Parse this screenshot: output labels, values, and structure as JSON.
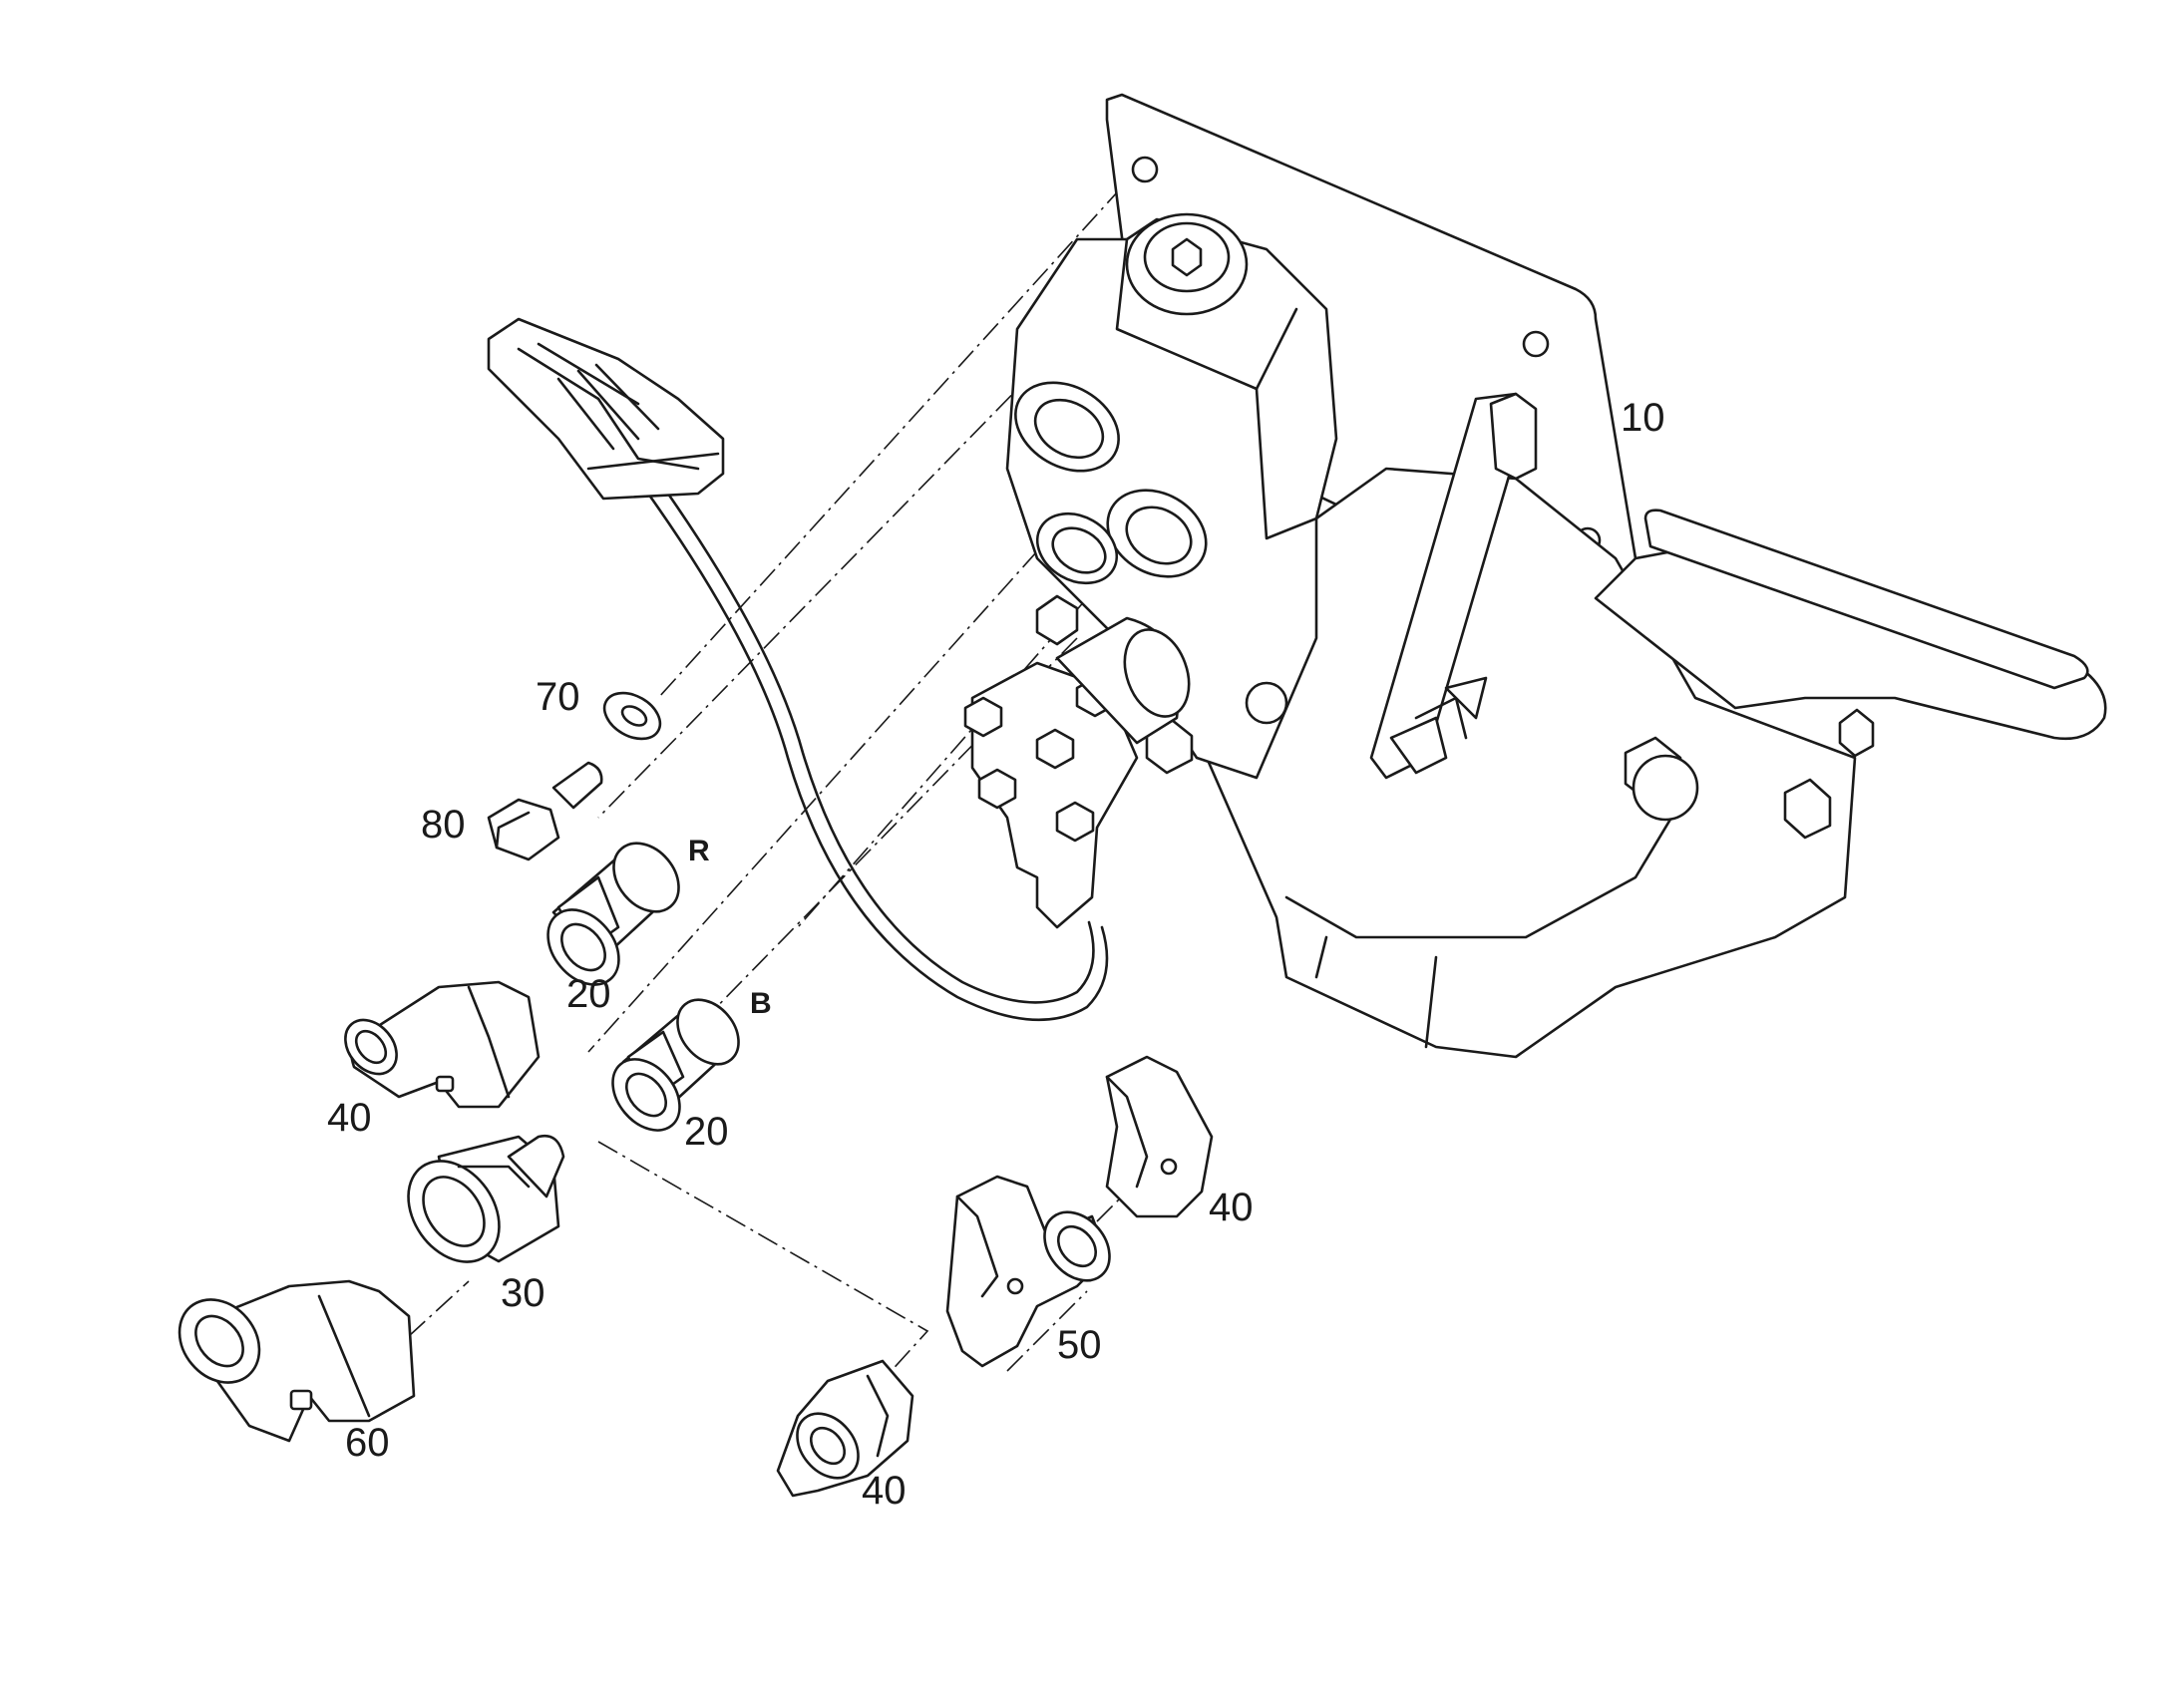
{
  "callouts": {
    "c10": "10",
    "c70": "70",
    "c80": "80",
    "c20a": "20",
    "c20b": "20",
    "c40a": "40",
    "c40b": "40",
    "c40c": "40",
    "c30": "30",
    "c50": "50",
    "c60": "60"
  },
  "ports": {
    "r": "R",
    "b": "B"
  }
}
